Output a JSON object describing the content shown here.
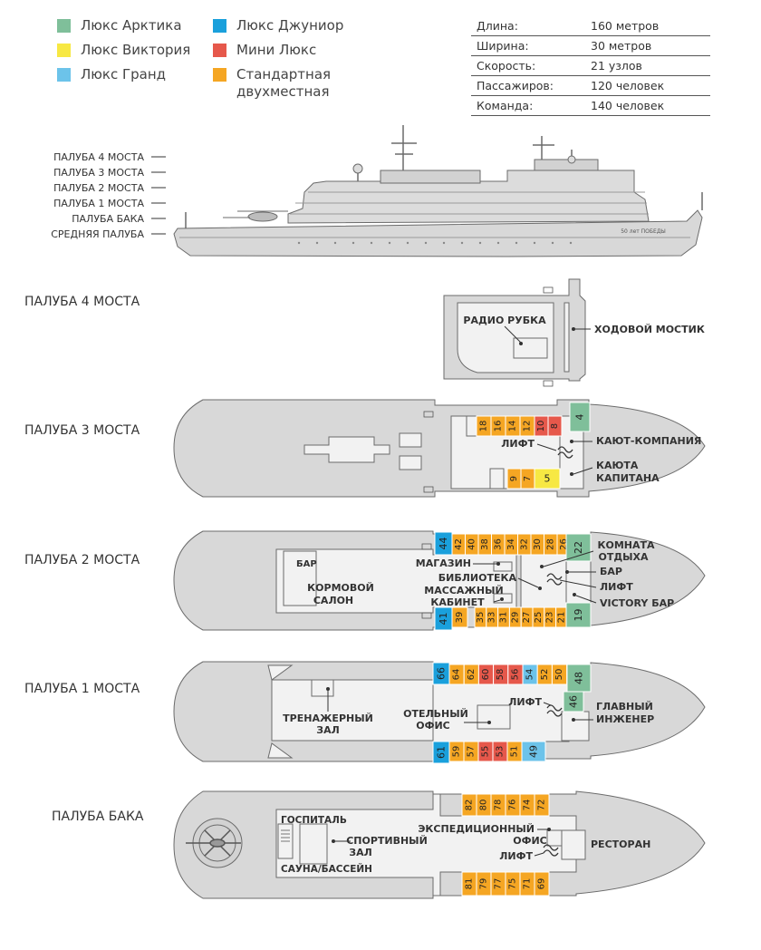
{
  "legend": [
    {
      "label": "Люкс Арктика",
      "color": "#7fbf9a"
    },
    {
      "label": "Люкс Виктория",
      "color": "#f7e843"
    },
    {
      "label": "Люкс Гранд",
      "color": "#6cc3ea"
    },
    {
      "label": "Люкс Джуниор",
      "color": "#1aa0dc"
    },
    {
      "label": "Мини Люкс",
      "color": "#e6584b"
    },
    {
      "label": "Стандартная двухместная",
      "color": "#f5a623"
    }
  ],
  "specs": [
    {
      "label": "Длина:",
      "value": "160 метров"
    },
    {
      "label": "Ширина:",
      "value": "30 метров"
    },
    {
      "label": "Скорость:",
      "value": "21 узлов"
    },
    {
      "label": "Пассажиров:",
      "value": "120 человек"
    },
    {
      "label": "Команда:",
      "value": "140 человек"
    }
  ],
  "profile_labels": [
    "ПАЛУБА 4 МОСТА",
    "ПАЛУБА 3 МОСТА",
    "ПАЛУБА 2 МОСТА",
    "ПАЛУБА 1 МОСТА",
    "ПАЛУБА БАКА",
    "СРЕДНЯЯ ПАЛУБА"
  ],
  "ship_name": "50 лет ПОБЕДЫ",
  "decks": {
    "deck4": {
      "title": "ПАЛУБА 4 МОСТА",
      "labels": {
        "radio": "РАДИО РУБКА",
        "bridge": "ХОДОВОЙ МОСТИК"
      }
    },
    "deck3": {
      "title": "ПАЛУБА 3 МОСТА",
      "cabins": [
        {
          "n": "18",
          "t": "standard"
        },
        {
          "n": "16",
          "t": "standard"
        },
        {
          "n": "14",
          "t": "standard"
        },
        {
          "n": "12",
          "t": "standard"
        },
        {
          "n": "10",
          "t": "mini"
        },
        {
          "n": "8",
          "t": "mini"
        },
        {
          "n": "4",
          "t": "arctic"
        },
        {
          "n": "9",
          "t": "standard"
        },
        {
          "n": "7",
          "t": "standard"
        },
        {
          "n": "5",
          "t": "victoria"
        }
      ],
      "labels": {
        "lift": "ЛИФТ",
        "wardroom": "КАЮТ-КОМПАНИЯ",
        "captain1": "КАЮТА",
        "captain2": "КАПИТАНА"
      }
    },
    "deck2": {
      "title": "ПАЛУБА 2 МОСТА",
      "cabins_top": [
        {
          "n": "44",
          "t": "junior"
        },
        {
          "n": "42",
          "t": "standard"
        },
        {
          "n": "40",
          "t": "standard"
        },
        {
          "n": "38",
          "t": "standard"
        },
        {
          "n": "36",
          "t": "standard"
        },
        {
          "n": "34",
          "t": "standard"
        },
        {
          "n": "32",
          "t": "standard"
        },
        {
          "n": "30",
          "t": "standard"
        },
        {
          "n": "28",
          "t": "standard"
        },
        {
          "n": "26",
          "t": "standard"
        },
        {
          "n": "22",
          "t": "arctic"
        }
      ],
      "cabins_bottom": [
        {
          "n": "41",
          "t": "junior"
        },
        {
          "n": "39",
          "t": "standard"
        },
        {
          "n": "35",
          "t": "standard"
        },
        {
          "n": "33",
          "t": "standard"
        },
        {
          "n": "31",
          "t": "standard"
        },
        {
          "n": "29",
          "t": "standard"
        },
        {
          "n": "27",
          "t": "standard"
        },
        {
          "n": "25",
          "t": "standard"
        },
        {
          "n": "23",
          "t": "standard"
        },
        {
          "n": "21",
          "t": "standard"
        },
        {
          "n": "19",
          "t": "arctic"
        }
      ],
      "labels": {
        "bar": "БАР",
        "aft1": "КОРМОВОЙ",
        "aft2": "САЛОН",
        "shop": "МАГАЗИН",
        "library": "БИБЛИОТЕКА",
        "massage1": "МАССАЖНЫЙ",
        "massage2": "КАБИНЕТ",
        "rest1": "КОМНАТА",
        "rest2": "ОТДЫХА",
        "bar2": "БАР",
        "lift": "ЛИФТ",
        "victory": "VICTORY БАР"
      }
    },
    "deck1": {
      "title": "ПАЛУБА 1 МОСТА",
      "cabins_top": [
        {
          "n": "66",
          "t": "junior"
        },
        {
          "n": "64",
          "t": "standard"
        },
        {
          "n": "62",
          "t": "standard"
        },
        {
          "n": "60",
          "t": "mini"
        },
        {
          "n": "58",
          "t": "mini"
        },
        {
          "n": "56",
          "t": "mini"
        },
        {
          "n": "54",
          "t": "grand"
        },
        {
          "n": "52",
          "t": "standard"
        },
        {
          "n": "50",
          "t": "standard"
        },
        {
          "n": "48",
          "t": "arctic"
        }
      ],
      "cabins_side": [
        {
          "n": "46",
          "t": "arctic"
        }
      ],
      "cabins_bottom": [
        {
          "n": "61",
          "t": "junior"
        },
        {
          "n": "59",
          "t": "standard"
        },
        {
          "n": "57",
          "t": "standard"
        },
        {
          "n": "55",
          "t": "mini"
        },
        {
          "n": "53",
          "t": "mini"
        },
        {
          "n": "51",
          "t": "standard"
        },
        {
          "n": "49",
          "t": "grand"
        }
      ],
      "labels": {
        "gym1": "ТРЕНАЖЕРНЫЙ",
        "gym2": "ЗАЛ",
        "hotel1": "ОТЕЛЬНЫЙ",
        "hotel2": "ОФИС",
        "lift": "ЛИФТ",
        "eng1": "ГЛАВНЫЙ",
        "eng2": "ИНЖЕНЕР"
      }
    },
    "deckF": {
      "title": "ПАЛУБА БАКА",
      "cabins_top": [
        {
          "n": "82",
          "t": "standard"
        },
        {
          "n": "80",
          "t": "standard"
        },
        {
          "n": "78",
          "t": "standard"
        },
        {
          "n": "76",
          "t": "standard"
        },
        {
          "n": "74",
          "t": "standard"
        },
        {
          "n": "72",
          "t": "standard"
        }
      ],
      "cabins_bottom": [
        {
          "n": "81",
          "t": "standard"
        },
        {
          "n": "79",
          "t": "standard"
        },
        {
          "n": "77",
          "t": "standard"
        },
        {
          "n": "75",
          "t": "standard"
        },
        {
          "n": "71",
          "t": "standard"
        },
        {
          "n": "69",
          "t": "standard"
        }
      ],
      "labels": {
        "hospital": "ГОСПИТАЛЬ",
        "sport1": "СПОРТИВНЫЙ",
        "sport2": "ЗАЛ",
        "sauna": "САУНА/БАССЕЙН",
        "exp1": "ЭКСПЕДИЦИОННЫЙ",
        "exp2": "ОФИС",
        "lift": "ЛИФТ",
        "restaurant": "РЕСТОРАН"
      }
    }
  }
}
